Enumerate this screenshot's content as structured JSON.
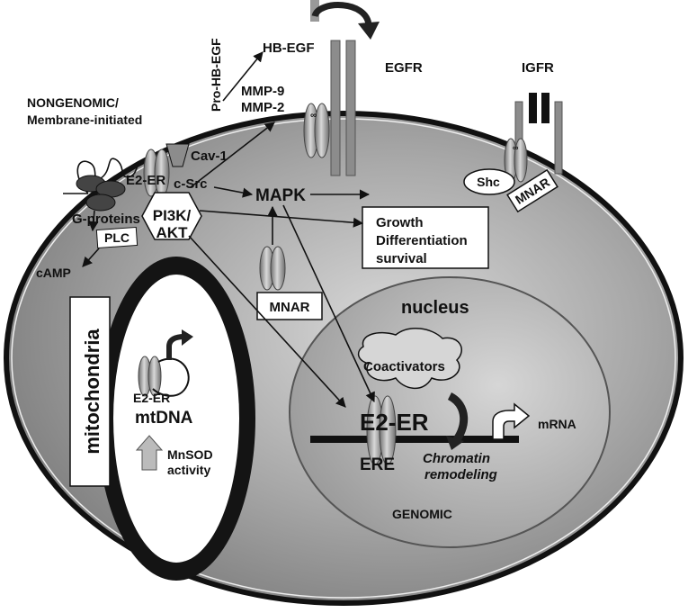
{
  "labels": {
    "pro_hb_egf": "Pro-HB-EGF",
    "hb_egf": "HB-EGF",
    "egfr": "EGFR",
    "igfr": "IGFR",
    "nongenomic_1": "NONGENOMIC/",
    "nongenomic_2": "Membrane-initiated",
    "mmp9": "MMP-9",
    "mmp2": "MMP-2",
    "cav1": "Cav-1",
    "e2er_membrane": "E2-ER",
    "csrc": "c-Src",
    "gproteins": "G-proteins",
    "pi3k": "PI3K/",
    "akt": "AKT",
    "mapk": "MAPK",
    "plc": "PLC",
    "camp": "cAMP",
    "growth": "Growth",
    "differentiation": "Differentiation",
    "survival": "survival",
    "shc": "Shc",
    "mnar_receptor": "MNAR",
    "mnar_cyto": "MNAR",
    "mitochondria": "mitochondria",
    "e2er_mito": "E2-ER",
    "mtdna": "mtDNA",
    "mnsod": "MnSOD",
    "activity": "activity",
    "nucleus": "nucleus",
    "coactivators": "Coactivators",
    "e2er_nuclear": "E2-ER",
    "ere": "ERE",
    "chromatin": "Chromatin",
    "remodeling": "remodeling",
    "mrna": "mRNA",
    "genomic": "GENOMIC"
  },
  "colors": {
    "cell_fill": "#9a9a9a",
    "nucleus_fill": "#b8b8b8",
    "mito_outer": "#141414",
    "receptor": "#8c8c8c"
  }
}
